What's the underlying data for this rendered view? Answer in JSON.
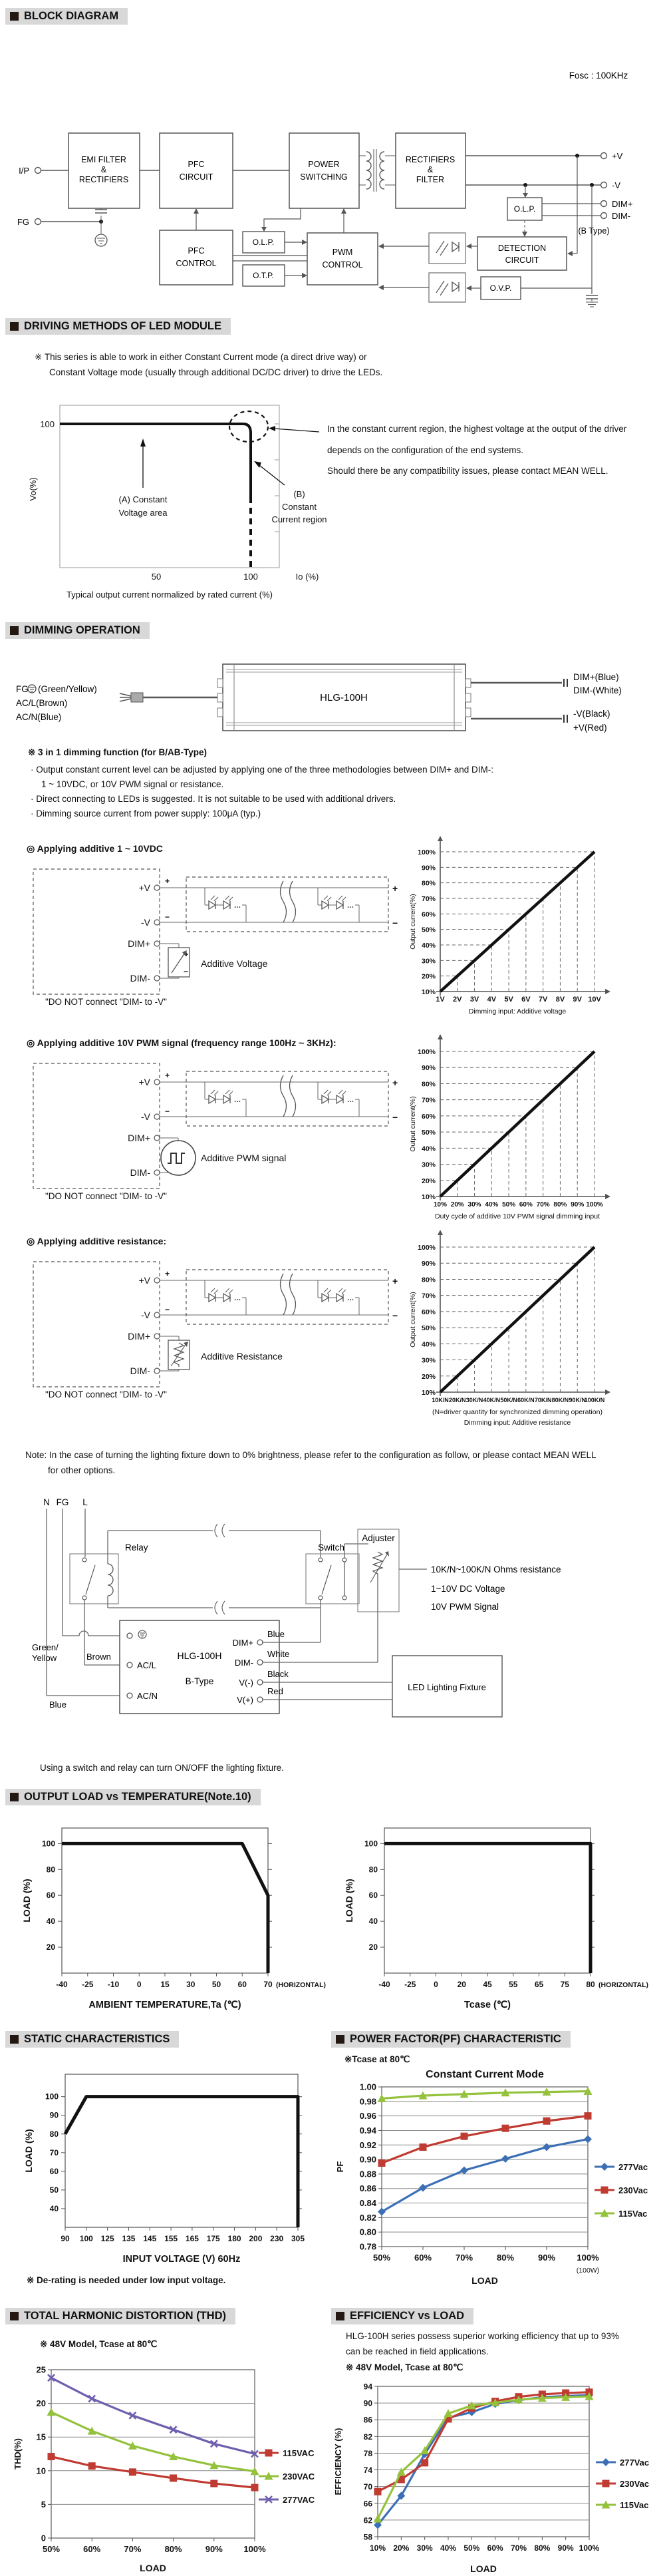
{
  "colors": {
    "accent_blue": "#3d6fb5",
    "accent_red": "#c03b32",
    "accent_green": "#94c23d",
    "accent_purple": "#6f5fae",
    "header_bg": "#d8d8d8",
    "ink": "#111111"
  },
  "headers": {
    "block": "BLOCK DIAGRAM",
    "driving": "DRIVING METHODS OF LED MODULE",
    "dimming": "DIMMING OPERATION",
    "derating": "OUTPUT LOAD vs TEMPERATURE(Note.10)",
    "static": "STATIC CHARACTERISTICS",
    "pf": "POWER FACTOR(PF) CHARACTERISTIC",
    "thd": "TOTAL HARMONIC DISTORTION (THD)",
    "eff": "EFFICIENCY vs LOAD"
  },
  "block": {
    "fosc": "Fosc : 100KHz",
    "ip": "I/P",
    "fg": "FG",
    "emi1": "EMI FILTER",
    "emi2": "&",
    "emi3": "RECTIFIERS",
    "pfc1": "PFC",
    "pfc2": "CIRCUIT",
    "pwr1": "POWER",
    "pwr2": "SWITCHING",
    "rect1": "RECTIFIERS",
    "rect2": "&",
    "rect3": "FILTER",
    "olp": "O.L.P.",
    "olp2": "O.L.P.",
    "otp": "O.T.P.",
    "pfcc1": "PFC",
    "pfcc2": "CONTROL",
    "pwm1": "PWM",
    "pwm2": "CONTROL",
    "det1": "DETECTION",
    "det2": "CIRCUIT",
    "ovp": "O.V.P.",
    "vplus": "+V",
    "vminus": "-V",
    "dimp": "DIM+",
    "dimm": "DIM-",
    "btype": "(B Type)"
  },
  "driving": {
    "note1": "※ This series is able to work in either Constant Current mode (a direct drive way) or",
    "note2": "Constant Voltage mode (usually through additional DC/DC driver) to drive the LEDs.",
    "right1": "In the constant current region, the highest voltage at the output of the driver",
    "right2": "depends on the configuration of the end systems.",
    "right3": "Should there be any compatibility issues, please contact MEAN WELL."
  },
  "dimming": {
    "device": {
      "model": "HLG-100H",
      "fg_pre": "FG",
      "fg_post": "(Green/Yellow)",
      "acl": "AC/L(Brown)",
      "acn": "AC/N(Blue)",
      "dimp": "DIM+(Blue)",
      "dimm": "DIM-(White)",
      "vm": "-V(Black)",
      "vp": "+V(Red)"
    },
    "notes": {
      "head": "※ 3 in 1 dimming function (for B/AB-Type)",
      "b1": "· Output constant current level can be adjusted by applying one of the three methodologies between DIM+ and DIM-:",
      "b1b": "1 ~ 10VDC, or 10V PWM signal or resistance.",
      "b2": "· Direct connecting to LEDs is suggested. It is not suitable to be used with additional drivers.",
      "b3": "· Dimming source current from power supply: 100μA (typ.)"
    },
    "m1": {
      "head": "◎ Applying additive 1 ~ 10VDC",
      "element_label": "Additive Voltage"
    },
    "m2": {
      "head": "◎ Applying additive 10V PWM signal (frequency range 100Hz ~ 3KHz):",
      "element_label": "Additive PWM signal"
    },
    "m3": {
      "head": "◎ Applying additive resistance:",
      "element_label": "Additive Resistance"
    },
    "diagram": {
      "vplus": "+V",
      "vminus": "-V",
      "dimp": "DIM+",
      "dimm": "DIM-",
      "plus": "+",
      "minus": "−",
      "warn": "\"DO NOT connect \"DIM- to -V\""
    }
  },
  "fixture": {
    "note1": "Note: In the case of turning the lighting fixture down to 0% brightness, please refer to the configuration as follow, or please contact MEAN WELL",
    "note2": "for other options.",
    "labels": {
      "n": "N",
      "fg": "FG",
      "l": "L",
      "relay": "Relay",
      "switch": "Switch",
      "adjuster": "Adjuster",
      "r1": "10K/N~100K/N Ohms resistance",
      "r2": "1~10V DC Voltage",
      "r3": "10V PWM Signal",
      "model": "HLG-100H",
      "btype": "B-Type",
      "acl": "AC/L",
      "acn": "AC/N",
      "dimp": "DIM+",
      "dimm": "DIM-",
      "vm": "V(-)",
      "vp": "V(+)",
      "green": "Green/",
      "yellow": "Yellow",
      "brown": "Brown",
      "blue_l": "Blue",
      "blue_r": "Blue",
      "white": "White",
      "black": "Black",
      "red": "Red",
      "fixture": "LED Lighting Fixture"
    },
    "using": "Using a switch and relay can turn ON/OFF the lighting fixture."
  },
  "static_note": "※ De-rating is needed under low input voltage.",
  "pf_block": {
    "note": "※Tcase at 80℃"
  },
  "thd_block": {
    "note": "※ 48V Model, Tcase at 80℃"
  },
  "eff_block": {
    "desc1": "HLG-100H series possess superior working efficiency that up to 93%",
    "desc2": "can be reached in field applications.",
    "note": "※ 48V Model, Tcase at 80℃"
  },
  "chart_data": [
    {
      "id": "cv-cc",
      "type": "line",
      "ylabel": "Vo(%)",
      "xlabel": "Io (%)",
      "y_top_label": "100",
      "x_ticks": [
        "50",
        "100"
      ],
      "region_a": [
        "(A)   Constant",
        "Voltage area"
      ],
      "region_b": [
        "(B)",
        "Constant",
        "Current region"
      ],
      "caption": "Typical output current normalized by rated current (%)",
      "solid": [
        [
          0,
          100
        ],
        [
          97,
          100
        ],
        [
          100,
          55
        ]
      ],
      "dashed": [
        [
          100,
          55
        ],
        [
          100,
          0
        ]
      ],
      "xlim": [
        0,
        130
      ],
      "ylim": [
        0,
        110
      ]
    },
    {
      "id": "dim-voltage",
      "type": "line",
      "ylabel": "Output current(%)",
      "x_ticks": [
        "1V",
        "2V",
        "3V",
        "4V",
        "5V",
        "6V",
        "7V",
        "8V",
        "9V",
        "10V"
      ],
      "y_ticks": [
        "10%",
        "20%",
        "30%",
        "40%",
        "50%",
        "60%",
        "70%",
        "80%",
        "90%",
        "100%"
      ],
      "values": [
        10,
        20,
        30,
        40,
        50,
        60,
        70,
        80,
        90,
        100
      ],
      "xlabels": [
        "Dimming input: Additive voltage"
      ]
    },
    {
      "id": "dim-pwm",
      "type": "line",
      "ylabel": "Output current(%)",
      "x_ticks": [
        "10%",
        "20%",
        "30%",
        "40%",
        "50%",
        "60%",
        "70%",
        "80%",
        "90%",
        "100%"
      ],
      "y_ticks": [
        "10%",
        "20%",
        "30%",
        "40%",
        "50%",
        "60%",
        "70%",
        "80%",
        "90%",
        "100%"
      ],
      "values": [
        10,
        20,
        30,
        40,
        50,
        60,
        70,
        80,
        90,
        100
      ],
      "xlabels": [
        "Duty cycle of additive 10V PWM signal dimming input"
      ]
    },
    {
      "id": "dim-res",
      "type": "line",
      "ylabel": "Output current(%)",
      "x_ticks": [
        "10K/N",
        "20K/N",
        "30K/N",
        "40K/N",
        "50K/N",
        "60K/N",
        "70K/N",
        "80K/N",
        "90K/N",
        "100K/N"
      ],
      "y_ticks": [
        "10%",
        "20%",
        "30%",
        "40%",
        "50%",
        "60%",
        "70%",
        "80%",
        "90%",
        "100%"
      ],
      "values": [
        10,
        20,
        30,
        40,
        50,
        60,
        70,
        80,
        90,
        100
      ],
      "xlabels": [
        "(N=driver quantity for synchronized dimming  operation)",
        "Dimming input: Additive resistance"
      ]
    },
    {
      "id": "derate-ambient",
      "type": "line",
      "ylabel": "LOAD (%)",
      "xlabel": "AMBIENT TEMPERATURE,Ta (℃)",
      "xsuffix": "(HORIZONTAL)",
      "x_ticks": [
        "-40",
        "-25",
        "-10",
        "0",
        "15",
        "30",
        "50",
        "60",
        "70"
      ],
      "y_ticks": [
        20,
        40,
        60,
        80,
        100
      ],
      "ylim": [
        0,
        112
      ],
      "points": [
        [
          0,
          100
        ],
        [
          7,
          100
        ],
        [
          8,
          60
        ],
        [
          8,
          0
        ]
      ]
    },
    {
      "id": "derate-tcase",
      "type": "line",
      "ylabel": "LOAD (%)",
      "xlabel": "Tcase (℃)",
      "xsuffix": "(HORIZONTAL)",
      "x_ticks": [
        "-40",
        "-25",
        "0",
        "20",
        "45",
        "55",
        "65",
        "75",
        "80"
      ],
      "y_ticks": [
        20,
        40,
        60,
        80,
        100
      ],
      "ylim": [
        0,
        112
      ],
      "points": [
        [
          0,
          100
        ],
        [
          8,
          100
        ],
        [
          8,
          0
        ]
      ]
    },
    {
      "id": "static-load",
      "type": "line",
      "ylabel": "LOAD (%)",
      "xlabel": "INPUT VOLTAGE (V) 60Hz",
      "x_ticks": [
        "90",
        "100",
        "125",
        "135",
        "145",
        "155",
        "165",
        "175",
        "180",
        "200",
        "230",
        "305"
      ],
      "y_ticks": [
        40,
        50,
        60,
        70,
        80,
        90,
        100
      ],
      "ylim": [
        30,
        112
      ],
      "points": [
        [
          0,
          80
        ],
        [
          1,
          100
        ],
        [
          11,
          100
        ],
        [
          11,
          30
        ]
      ]
    },
    {
      "id": "pf-load",
      "type": "line",
      "title": "Constant Current Mode",
      "ylabel": "PF",
      "xlabel": "LOAD",
      "x_ticks": [
        "50%",
        "60%",
        "70%",
        "80%",
        "90%",
        "100%"
      ],
      "x_note": "(100W)",
      "ylim": [
        0.78,
        1.0
      ],
      "y_ticks": [
        0.78,
        0.8,
        0.82,
        0.84,
        0.86,
        0.88,
        0.9,
        0.92,
        0.94,
        0.96,
        0.98,
        1.0
      ],
      "y_tick_labels": [
        "0.78",
        "0.80",
        "0.82",
        "0.84",
        "0.86",
        "0.88",
        "0.90",
        "0.92",
        "0.94",
        "0.96",
        "0.98",
        "1.00"
      ],
      "series": [
        {
          "name": "277Vac",
          "color": "#3d6fb5",
          "marker": "diamond",
          "values": [
            0.828,
            0.861,
            0.885,
            0.901,
            0.917,
            0.928
          ]
        },
        {
          "name": "230Vac",
          "color": "#c03b32",
          "marker": "square",
          "values": [
            0.895,
            0.917,
            0.932,
            0.943,
            0.953,
            0.96
          ]
        },
        {
          "name": "115Vac",
          "color": "#94c23d",
          "marker": "triangle",
          "values": [
            0.984,
            0.988,
            0.99,
            0.992,
            0.993,
            0.994
          ]
        }
      ],
      "legend": [
        "277Vac",
        "230Vac",
        "115Vac"
      ]
    },
    {
      "id": "thd-load",
      "type": "line",
      "ylabel": "THD(%)",
      "xlabel": "LOAD",
      "x_ticks": [
        "50%",
        "60%",
        "70%",
        "80%",
        "90%",
        "100%"
      ],
      "ylim": [
        0,
        25
      ],
      "y_ticks": [
        0,
        5,
        10,
        15,
        20,
        25
      ],
      "series": [
        {
          "name": "115VAC",
          "color": "#c03b32",
          "marker": "square",
          "values": [
            12.1,
            10.7,
            9.8,
            8.9,
            8.1,
            7.5
          ]
        },
        {
          "name": "230VAC",
          "color": "#94c23d",
          "marker": "triangle",
          "values": [
            18.7,
            15.9,
            13.7,
            12.1,
            10.8,
            9.9
          ]
        },
        {
          "name": "277VAC",
          "color": "#6f5fae",
          "marker": "x",
          "values": [
            23.8,
            20.7,
            18.2,
            16.1,
            14.0,
            12.5
          ]
        }
      ],
      "legend": [
        "115VAC",
        "230VAC",
        "277VAC"
      ]
    },
    {
      "id": "eff-load",
      "type": "line",
      "ylabel": "EFFICIENCY (%)",
      "xlabel": "LOAD",
      "x_ticks": [
        "10%",
        "20%",
        "30%",
        "40%",
        "50%",
        "60%",
        "70%",
        "80%",
        "90%",
        "100%"
      ],
      "ylim": [
        58,
        94
      ],
      "y_ticks": [
        58,
        62,
        66,
        70,
        74,
        78,
        82,
        86,
        90,
        94
      ],
      "series": [
        {
          "name": "277Vac",
          "color": "#3d6fb5",
          "marker": "diamond",
          "values": [
            60.8,
            67.8,
            77.8,
            86.5,
            87.8,
            89.8,
            90.7,
            91.4,
            91.7,
            91.9
          ]
        },
        {
          "name": "230Vac",
          "color": "#c03b32",
          "marker": "square",
          "values": [
            68.8,
            71.7,
            75.7,
            86.2,
            88.8,
            90.4,
            91.5,
            92.1,
            92.4,
            92.6
          ]
        },
        {
          "name": "115Vac",
          "color": "#94c23d",
          "marker": "triangle",
          "values": [
            62.3,
            73.5,
            78.6,
            87.5,
            89.4,
            90.1,
            90.8,
            91.2,
            91.4,
            91.6
          ]
        }
      ],
      "legend": [
        "277Vac",
        "230Vac",
        "115Vac"
      ]
    }
  ]
}
